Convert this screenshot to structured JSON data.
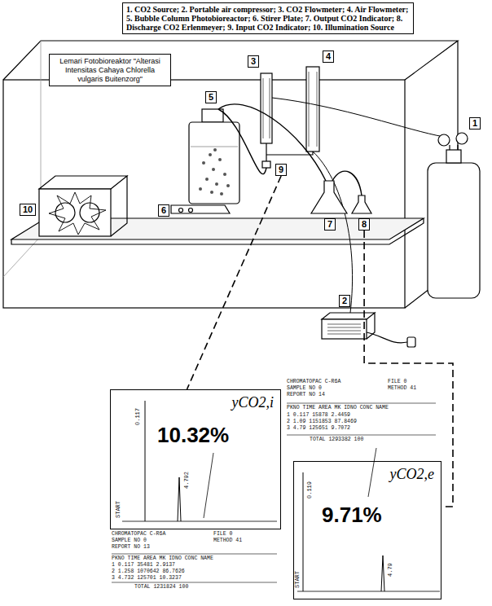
{
  "diagram": {
    "nodes": [
      {
        "text": [
          "1. CO2 Source; 2. Portable air compressor; 3. CO2 Flowmeter; 4. Air Flowmeter; 5. Bubble Column Photobioreactor; 6. Stirer Plate; 7. Output CO2 Indicator; 8. Discharge CO2 Erlenmeyer; 9. Input CO2 Indicator; 10. Illumination Source"
        ]
      },
      {
        "text": [
          "Lemari Fotobioreaktor \"Alterasi Intensitas Cahaya Chlorella vulgaris Buitenzorg\""
        ]
      },
      {
        "text": [
          "1"
        ]
      },
      {
        "text": [
          "2"
        ]
      },
      {
        "text": [
          "3"
        ]
      },
      {
        "text": [
          "4"
        ]
      },
      {
        "text": [
          "5"
        ]
      },
      {
        "text": [
          "6"
        ]
      },
      {
        "text": [
          "7"
        ]
      },
      {
        "text": [
          "8"
        ]
      },
      {
        "text": [
          "9"
        ]
      },
      {
        "text": [
          "10"
        ]
      },
      {
        "text": [
          "yCO2,i",
          "10.32%"
        ]
      },
      {
        "text": [
          "yCO2,e",
          "9.71%"
        ]
      }
    ],
    "edges": [
      {
        "from": 10,
        "to": 12,
        "arrow": "none"
      },
      {
        "from": 9,
        "to": 13,
        "arrow": "none"
      }
    ],
    "labels": [
      "CHROMATOPAC C-R6A",
      "SAMPLE NO 0",
      "REPORT NO 14",
      "FILE 0",
      "METHOD 41",
      "PKNO TIME AREA MK IDNO CONC NAME",
      "1 0.117 15878 2.4459",
      "2 1.09 1151853 87.8469",
      "3 4.79 125651 9.7072",
      "TOTAL 1293382 100",
      "CHROMATOPAC C-R6A",
      "SAMPLE NO 0",
      "REPORT NO 13",
      "FILE 0",
      "METHOD 41",
      "PKNO TIME AREA MK IDNO CONC NAME",
      "1 0.117 35481 2.9137",
      "2 1.258 1070642 86.7626",
      "3 4.732 125701 10.3237",
      "TOTAL 1231824 100",
      "0.117",
      "4.792",
      "START",
      "0.119",
      "4.79",
      "START"
    ]
  }
}
